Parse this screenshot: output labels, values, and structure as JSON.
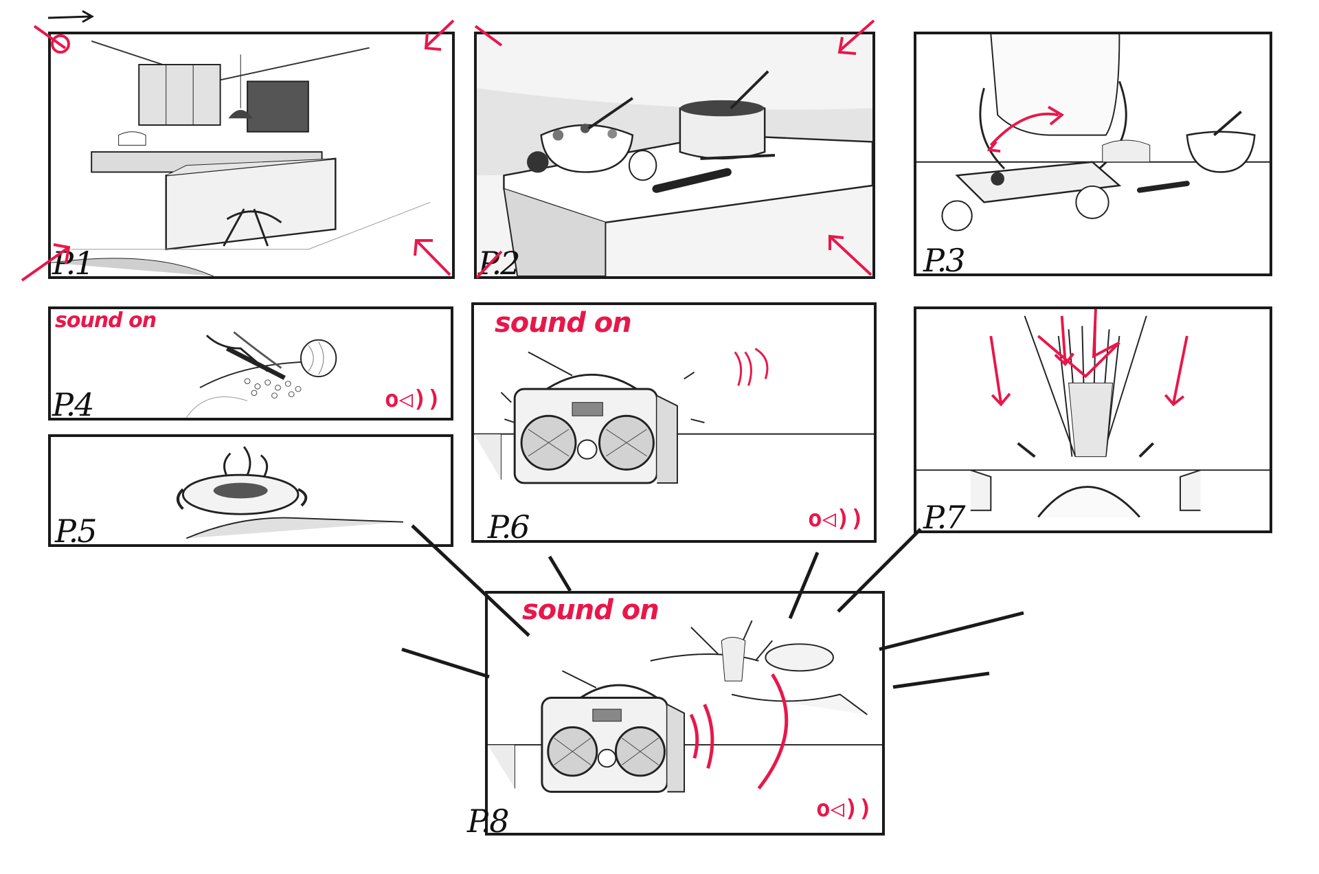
{
  "colors": {
    "ink": "#1a1a1a",
    "accent": "#e8174a",
    "paper": "#ffffff",
    "shade": "#d9d9d9"
  },
  "panels": [
    {
      "label": "P.1",
      "content": "kitchen-interior",
      "sound": "",
      "volume": ""
    },
    {
      "label": "P.2",
      "content": "counter-with-pot-and-vegetables",
      "sound": "",
      "volume": ""
    },
    {
      "label": "P.3",
      "content": "cook-chopping-on-board",
      "sound": "",
      "volume": ""
    },
    {
      "label": "P.4",
      "content": "knife-chopping-onion",
      "sound": "sound on",
      "volume": "o◁))"
    },
    {
      "label": "P.5",
      "content": "steaming-pan",
      "sound": "",
      "volume": ""
    },
    {
      "label": "P.6",
      "content": "radio-on-counter",
      "sound": "sound on",
      "volume": "o◁))"
    },
    {
      "label": "P.7",
      "content": "pasta-bundle-drop",
      "sound": "",
      "volume": ""
    },
    {
      "label": "P.8",
      "content": "radio-with-explosion",
      "sound": "sound on",
      "volume": "o◁))"
    }
  ]
}
